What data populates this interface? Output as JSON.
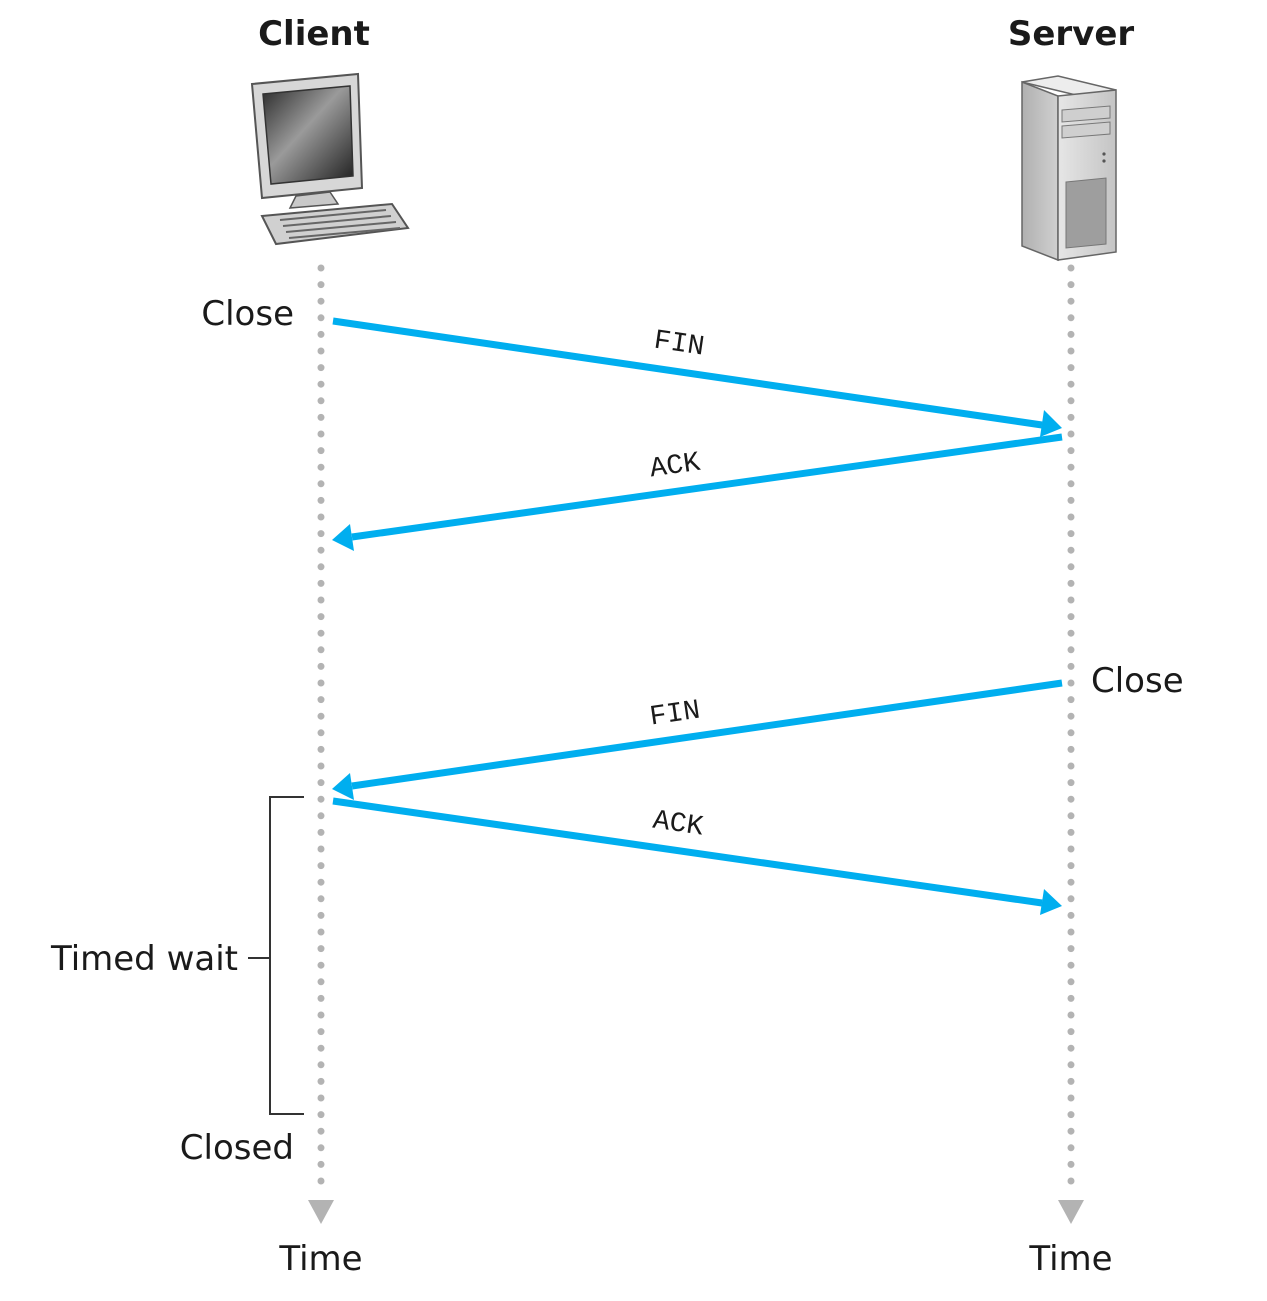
{
  "client": {
    "title": "Client",
    "close_label": "Close",
    "closed_label": "Closed",
    "time_label": "Time",
    "timed_wait_label": "Timed wait"
  },
  "server": {
    "title": "Server",
    "close_label": "Close",
    "time_label": "Time"
  },
  "messages": [
    {
      "label": "FIN",
      "from": "client",
      "to": "server"
    },
    {
      "label": "ACK",
      "from": "server",
      "to": "client"
    },
    {
      "label": "FIN",
      "from": "server",
      "to": "client"
    },
    {
      "label": "ACK",
      "from": "client",
      "to": "server"
    }
  ],
  "colors": {
    "arrow": "#00aeef",
    "timeline": "#b3b3b3",
    "text": "#1a1a1a"
  }
}
